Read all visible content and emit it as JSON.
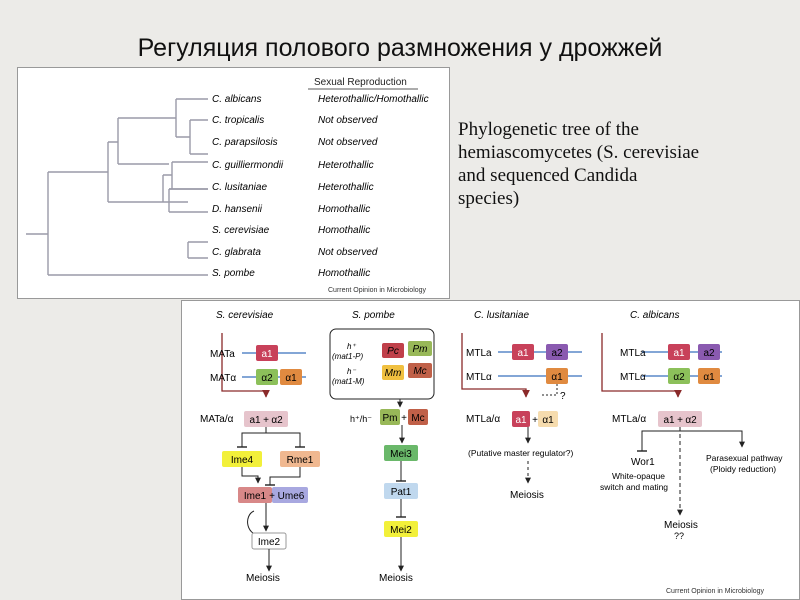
{
  "title": "Регуляция полового размножения у дрожжей",
  "tree": {
    "header": "Sexual Reproduction",
    "species": [
      {
        "name": "C. albicans",
        "status": "Heterothallic/Homothallic"
      },
      {
        "name": "C. tropicalis",
        "status": "Not observed"
      },
      {
        "name": "C. parapsilosis",
        "status": "Not observed"
      },
      {
        "name": "C. guilliermondii",
        "status": "Heterothallic"
      },
      {
        "name": "C. lusitaniae",
        "status": "Heterothallic"
      },
      {
        "name": "D. hansenii",
        "status": "Homothallic"
      },
      {
        "name": "S. cerevisiae",
        "status": "Homothallic"
      },
      {
        "name": "C. glabrata",
        "status": "Not observed"
      },
      {
        "name": "S. pombe",
        "status": "Homothallic"
      }
    ],
    "credit": "Current Opinion in Microbiology"
  },
  "caption": [
    "Phylogenetic tree of the",
    "hemiascomycetes (S. cerevisiae",
    "and sequenced Candida",
    "species)"
  ],
  "regulation": {
    "credit": "Current Opinion in Microbiology",
    "scer": {
      "title": "S. cerevisiae",
      "mat_a": "MATa",
      "mat_alpha": "MATα",
      "mat_a_alpha": "MATa/α",
      "a1": "a1",
      "alpha2": "α2",
      "alpha1": "α1",
      "plus": "+",
      "ime4": "Ime4",
      "rme1": "Rme1",
      "ime1": "Ime1",
      "ume6": "Ume6",
      "ime2": "Ime2",
      "meiosis": "Meiosis"
    },
    "spombe": {
      "title": "S. pombe",
      "h_plus": "h⁺",
      "mat1p": "(mat1-P)",
      "h_minus": "h⁻",
      "mat1m": "(mat1-M)",
      "pc": "Pc",
      "pm": "Pm",
      "mm": "Mm",
      "mc": "Mc",
      "h_cross": "h⁺/h⁻",
      "plus": "+",
      "mei3": "Mei3",
      "pat1": "Pat1",
      "mei2": "Mei2",
      "meiosis": "Meiosis"
    },
    "clus": {
      "title": "C. lusitaniae",
      "mtl_a": "MTLa",
      "mtl_alpha": "MTLα",
      "mtl_a_alpha": "MTLa/α",
      "a1": "a1",
      "a2": "a2",
      "alpha1": "α1",
      "plus": "+",
      "question": "?",
      "regulator": "(Putative master regulator?)",
      "meiosis": "Meiosis"
    },
    "calb": {
      "title": "C. albicans",
      "mtl_a": "MTLa",
      "mtl_alpha": "MTLα",
      "mtl_a_alpha": "MTLa/α",
      "a1": "a1",
      "a2": "a2",
      "alpha2": "α2",
      "alpha1": "α1",
      "plus": "+",
      "wor1": "Wor1",
      "wo_line1": "White-opaque",
      "wo_line2": "switch and mating",
      "para_line1": "Parasexual pathway",
      "para_line2": "(Ploidy reduction)",
      "meiosis": "Meiosis",
      "qq": "??"
    }
  },
  "colors": {
    "a1": "#c8415a",
    "alpha2": "#8cc05a",
    "alpha1": "#e08a40",
    "a2": "#8a5ab0",
    "ime4": "#f2f03a",
    "rme1": "#f0b890",
    "ime1": "#d88888",
    "ume6": "#a8a8e0",
    "mei3": "#6ab86a",
    "pat1": "#c0d8ee",
    "mei2": "#f2f03a",
    "pc": "#c0404a",
    "pm": "#98b858",
    "mm": "#f0c040",
    "mc": "#c06048",
    "locus_line": "#5a88c8",
    "loop_line": "#8a2a2a"
  }
}
